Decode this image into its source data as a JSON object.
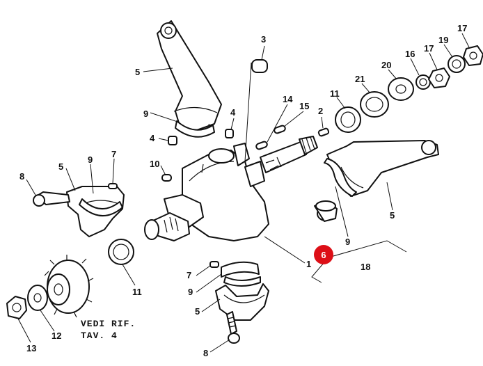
{
  "labels": {
    "l1": "1",
    "l2": "2",
    "l3": "3",
    "l4a": "4",
    "l4b": "4",
    "l5a": "5",
    "l5b": "5",
    "l5c": "5",
    "l5d": "5",
    "l6": "6",
    "l7a": "7",
    "l7b": "7",
    "l8a": "8",
    "l8b": "8",
    "l9a": "9",
    "l9b": "9",
    "l9c": "9",
    "l9d": "9",
    "l10": "10",
    "l11a": "11",
    "l11b": "11",
    "l12": "12",
    "l13": "13",
    "l14": "14",
    "l15": "15",
    "l16": "16",
    "l17a": "17",
    "l17b": "17",
    "l18": "18",
    "l19": "19",
    "l20": "20",
    "l21": "21"
  },
  "note": {
    "line1": "VEDI RIF.",
    "line2": "TAV. 4"
  },
  "highlight": {
    "part": "6",
    "color": "#dd0f17"
  }
}
